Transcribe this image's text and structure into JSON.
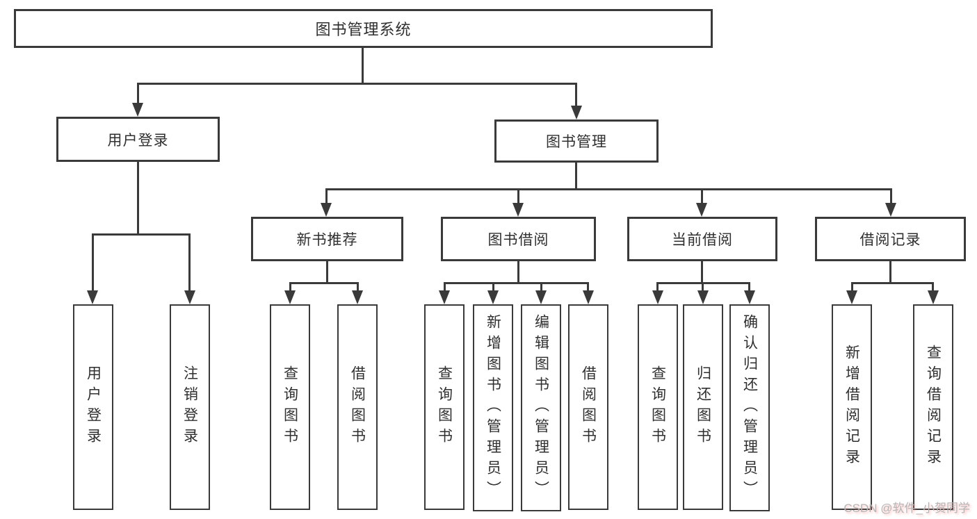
{
  "diagram": {
    "root": "图书管理系统",
    "l2": [
      "用户登录",
      "图书管理"
    ],
    "l3": [
      "新书推荐",
      "图书借阅",
      "当前借阅",
      "借阅记录"
    ],
    "leaves": [
      "用户登录",
      "注销登录",
      "查询图书",
      "借阅图书",
      "查询图书",
      "新增图书（管理员）",
      "编辑图书（管理员）",
      "借阅图书",
      "查询图书",
      "归还图书",
      "确认归还（管理员）",
      "新增借阅记录",
      "查询借阅记录"
    ]
  },
  "watermark": {
    "text": "CSDN @软件_小贺同学"
  },
  "colors": {
    "line": "#3a3a3a",
    "text": "#2f2f2f",
    "bg": "#ffffff",
    "watermark": "#b5b5b5"
  }
}
